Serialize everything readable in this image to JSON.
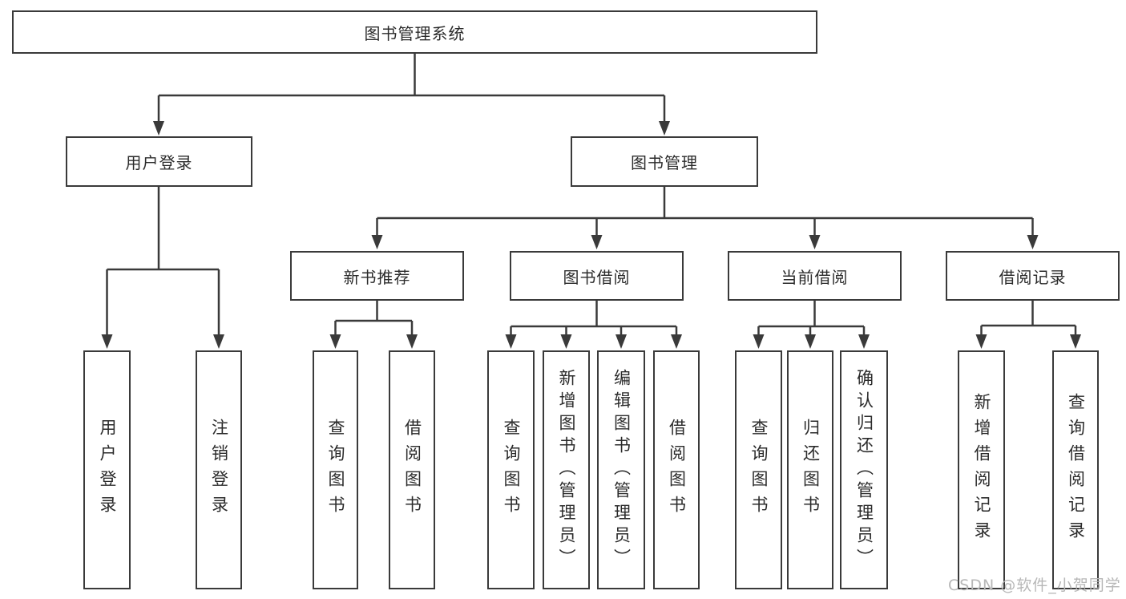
{
  "tree": {
    "root": {
      "label": "图书管理系统",
      "children": [
        {
          "label": "用户登录",
          "children": [
            {
              "label": "用户登录"
            },
            {
              "label": "注销登录"
            }
          ]
        },
        {
          "label": "图书管理",
          "children": [
            {
              "label": "新书推荐",
              "children": [
                {
                  "label": "查询图书"
                },
                {
                  "label": "借阅图书"
                }
              ]
            },
            {
              "label": "图书借阅",
              "children": [
                {
                  "label": "查询图书"
                },
                {
                  "label": "新增图书（管理员）"
                },
                {
                  "label": "编辑图书（管理员）"
                },
                {
                  "label": "借阅图书"
                }
              ]
            },
            {
              "label": "当前借阅",
              "children": [
                {
                  "label": "查询图书"
                },
                {
                  "label": "归还图书"
                },
                {
                  "label": "确认归还（管理员）"
                }
              ]
            },
            {
              "label": "借阅记录",
              "children": [
                {
                  "label": "新增借阅记录"
                },
                {
                  "label": "查询借阅记录"
                }
              ]
            }
          ]
        }
      ]
    }
  },
  "watermark": {
    "text": "CSDN @软件_小贺同学",
    "color": "#b7b7b7"
  },
  "colors": {
    "line": "#3a3a3a",
    "box_border": "#3a3a3a",
    "text": "#2b2b2b",
    "background": "#ffffff"
  }
}
